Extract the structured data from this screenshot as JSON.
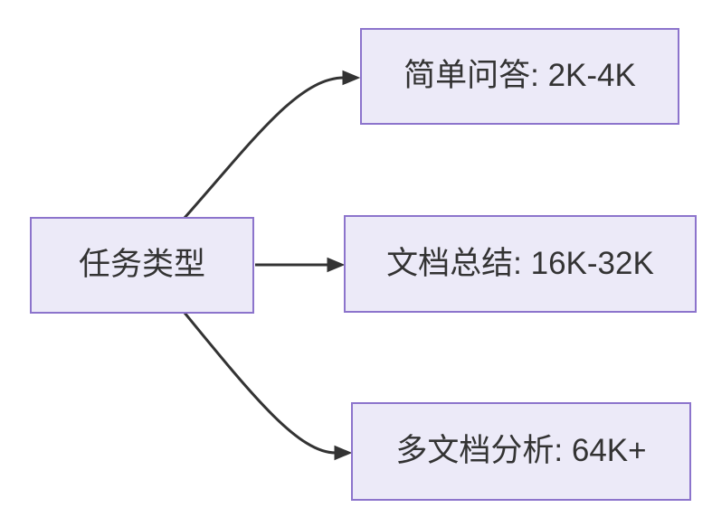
{
  "diagram": {
    "type": "flowchart-left-to-right",
    "background": "#FFFFFF",
    "colors": {
      "node_fill": "#ECEAF8",
      "node_border": "#8C74CC",
      "edge": "#333333",
      "text": "#333333"
    },
    "root": {
      "id": "task-type",
      "label": "任务类型"
    },
    "branches": [
      {
        "id": "simple-qa",
        "label": "简单问答: 2K-4K"
      },
      {
        "id": "doc-summary",
        "label": "文档总结: 16K-32K"
      },
      {
        "id": "multi-doc",
        "label": "多文档分析: 64K+"
      }
    ],
    "edges": [
      {
        "from": "task-type",
        "to": "simple-qa"
      },
      {
        "from": "task-type",
        "to": "doc-summary"
      },
      {
        "from": "task-type",
        "to": "multi-doc"
      }
    ]
  }
}
